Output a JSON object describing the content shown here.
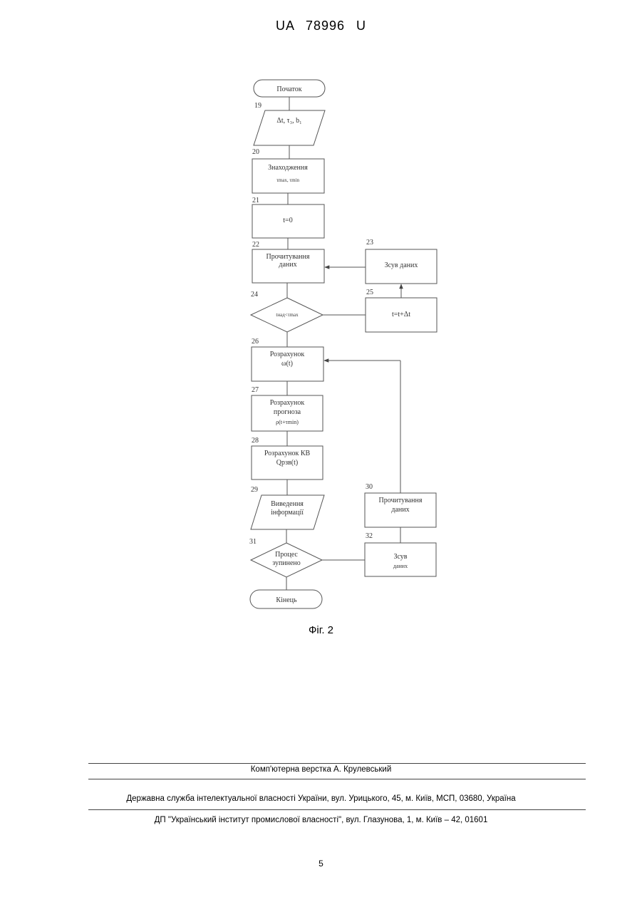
{
  "header": {
    "doc_id": "UA   78996   U"
  },
  "flowchart": {
    "start": "Початок",
    "n19_label": "19",
    "n19_text": "Δt, τ₃, b₁",
    "n20_label": "20",
    "n20_line1": "Знаходження",
    "n20_line2": "τmax, τmin",
    "n21_label": "21",
    "n21_text": "t=0",
    "n22_label": "22",
    "n22_line1": "Прочитування",
    "n22_line2": "даних",
    "n23_label": "23",
    "n23_text": "Зсув даних",
    "n24_label": "24",
    "n24_text": "tнад<τmax",
    "n25_label": "25",
    "n25_text": "t=t+Δt",
    "n26_label": "26",
    "n26_line1": "Розрахунок",
    "n26_line2": "ω(t)",
    "n27_label": "27",
    "n27_line1": "Розрахунок",
    "n27_line2": "прогноза",
    "n27_line3": "ρ(t+τmin)",
    "n28_label": "28",
    "n28_line1": "Розрахунок КВ",
    "n28_line2": "Qрзв(t)",
    "n29_label": "29",
    "n29_line1": "Виведення",
    "n29_line2": "інформації",
    "n30_label": "30",
    "n30_line1": "Прочитування",
    "n30_line2": "даних",
    "n31_label": "31",
    "n31_line1": "Процес",
    "n31_line2": "зупинено",
    "n32_label": "32",
    "n32_line1": "Зсув",
    "n32_line2": "даних",
    "end": "Кінець"
  },
  "caption": "Фіг. 2",
  "footer": {
    "line1": "Комп'ютерна верстка А. Крулевський",
    "line2": "Державна служба інтелектуальної власності України, вул. Урицького, 45, м. Київ, МСП, 03680, Україна",
    "line3": "ДП \"Український інститут промислової власності\", вул. Глазунова, 1, м. Київ – 42, 01601"
  },
  "page_number": "5"
}
